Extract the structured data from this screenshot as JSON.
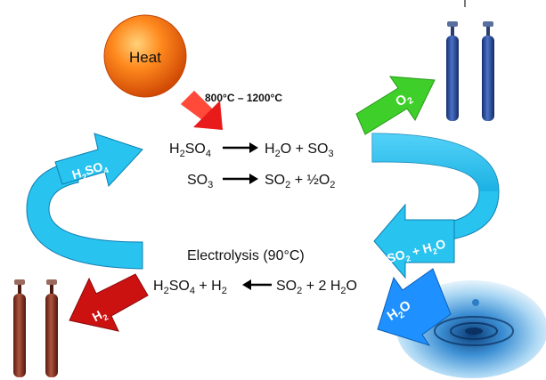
{
  "heat": {
    "label": "Heat",
    "temperature": "800°C – 1200°C"
  },
  "reactions": {
    "r1": {
      "left_main": "H",
      "left_sub": "2",
      "left_rest": "SO",
      "left_sub2": "4",
      "right_a": "H",
      "right_a_sub": "2",
      "right_b": "O + SO",
      "right_b_sub": "3"
    },
    "r2": {
      "left": "SO",
      "left_sub": "3",
      "right_a": "SO",
      "right_a_sub": "2",
      "right_b": " + ½O",
      "right_b_sub": "2"
    },
    "electrolysis_label": "Electrolysis (90°C)",
    "r3": {
      "left_a": "H",
      "left_a_sub": "2",
      "left_b": "SO",
      "left_b_sub": "4",
      "left_c": " + H",
      "left_c_sub": "2",
      "right_a": "SO",
      "right_a_sub": "2",
      "right_b": " + 2 H",
      "right_b_sub": "2",
      "right_c": "O"
    }
  },
  "arrows": {
    "o2": {
      "main": "O",
      "sub": "2",
      "color": "#3fcf2a"
    },
    "so2_h2o": {
      "a": "SO",
      "a_sub": "2",
      "b": " + H",
      "b_sub": "2",
      "c": "O"
    },
    "h2so4": {
      "a": "H",
      "a_sub": "2",
      "b": "SO",
      "b_sub": "4"
    },
    "h2": {
      "main": "H",
      "sub": "2",
      "color": "#cc1111"
    },
    "h2o": {
      "a": "H",
      "a_sub": "2",
      "b": "O",
      "color": "#1e90ff"
    }
  },
  "colors": {
    "cycle": "#29c3ef",
    "heat_arrow": "#e81a1a",
    "cylinder_blue": "#1f3f8f",
    "cylinder_red": "#7a2a1e"
  }
}
